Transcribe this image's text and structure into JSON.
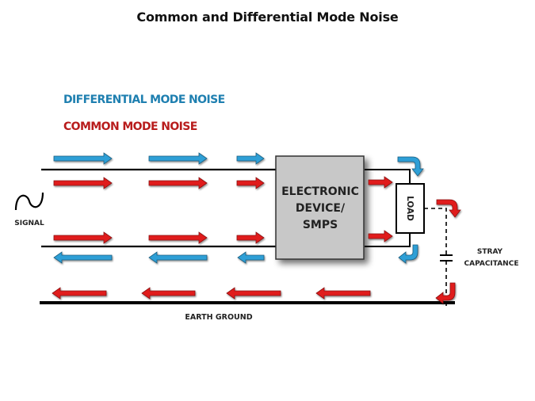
{
  "title": "Common and Differential Mode Noise",
  "legend": {
    "differential": {
      "label": "DIFFERENTIAL MODE NOISE",
      "color": "#2d9fd6"
    },
    "common": {
      "label": "COMMON MODE NOISE",
      "color": "#e01e1e"
    }
  },
  "labels": {
    "signal": "SIGNAL",
    "device_line1": "ELECTRONIC",
    "device_line2": "DEVICE/",
    "device_line3": "SMPS",
    "load": "LOAD",
    "stray_line1": "STRAY",
    "stray_line2": "CAPACITANCE",
    "earth_ground": "EARTH GROUND"
  },
  "colors": {
    "wire": "#000000",
    "device_fill": "#c8c8c8",
    "dm_arrow": "#2d9fd6",
    "cm_arrow": "#e01e1e"
  }
}
